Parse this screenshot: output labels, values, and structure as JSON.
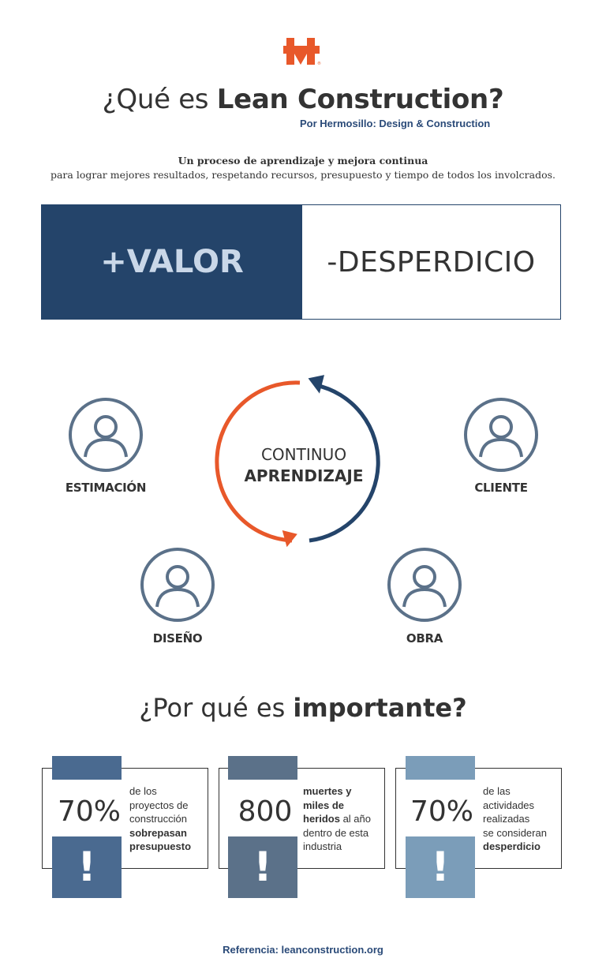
{
  "header": {
    "logo_icon": "hermosillo-h-logo",
    "title_prefix": "¿Qué es ",
    "title_bold": "Lean Construction?",
    "byline": "Por Hermosillo: Design & Construction"
  },
  "intro": {
    "line1": "Un proceso de aprendizaje y mejora continua",
    "line2": "para lograr mejores resultados, respetando recursos, presupuesto y tiempo de todos los involcrados."
  },
  "banner": {
    "left": "+VALOR",
    "right": "-DESPERDICIO"
  },
  "cycle": {
    "line1": "CONTINUO",
    "line2": "APRENDIZAJE"
  },
  "roles": [
    "ESTIMACIÓN",
    "CLIENTE",
    "DISEÑO",
    "OBRA"
  ],
  "why": {
    "prefix": "¿Por qué es ",
    "bold": "importante?"
  },
  "stats": [
    {
      "value": "70%",
      "lines": [
        {
          "text": "de los",
          "bold": false
        },
        {
          "text": "proyectos de",
          "bold": false
        },
        {
          "text": "construcción",
          "bold": false
        },
        {
          "text": "sobrepasan",
          "bold": true
        },
        {
          "text": "presupuesto",
          "bold": true
        }
      ]
    },
    {
      "value": "800",
      "lines": [
        {
          "parts": [
            {
              "text": "muertes y",
              "bold": true
            }
          ]
        },
        {
          "parts": [
            {
              "text": "miles de",
              "bold": true
            }
          ]
        },
        {
          "parts": [
            {
              "text": "heridos",
              "bold": true
            },
            {
              "text": " al año",
              "bold": false
            }
          ]
        },
        {
          "parts": [
            {
              "text": "dentro de esta",
              "bold": false
            }
          ]
        },
        {
          "parts": [
            {
              "text": "industria",
              "bold": false
            }
          ]
        }
      ]
    },
    {
      "value": "70%",
      "lines": [
        {
          "text": "de las",
          "bold": false
        },
        {
          "text": "actividades",
          "bold": false
        },
        {
          "text": "realizadas",
          "bold": false
        },
        {
          "text": "se consideran",
          "bold": false
        },
        {
          "text": "desperdicio",
          "bold": true
        }
      ]
    }
  ],
  "exclamation": "!",
  "reference": "Referencia: leanconstruction.org",
  "colors": {
    "brand_orange": "#e8582a",
    "navy": "#24446a",
    "stat1": "#4a6a90",
    "stat2": "#5b7189",
    "stat3": "#7b9db9",
    "person_icon": "#5b7189"
  }
}
